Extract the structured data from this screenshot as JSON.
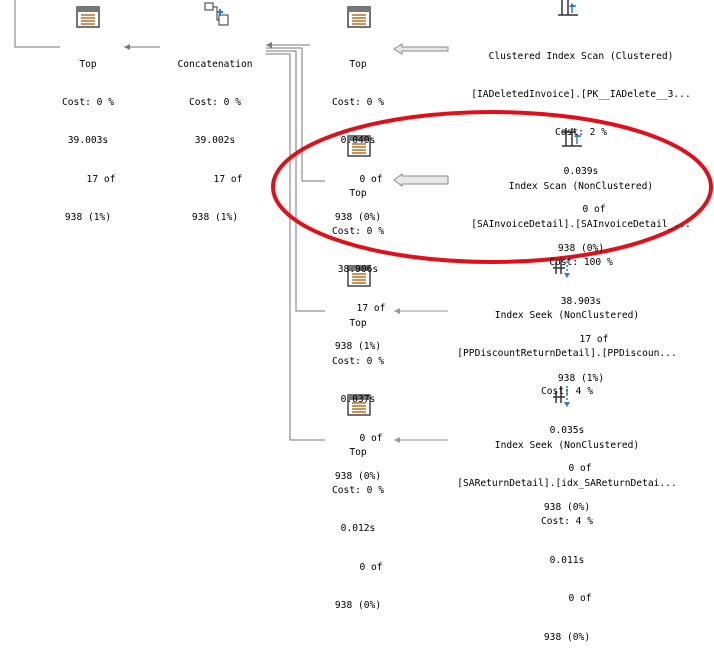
{
  "nodes": {
    "top_root": {
      "name": "Top",
      "cost": "Cost: 0 %",
      "time": "39.003s",
      "rows": "17 of",
      "est": "938 (1%)"
    },
    "concat": {
      "name": "Concatenation",
      "cost": "Cost: 0 %",
      "time": "39.002s",
      "rows": "17 of",
      "est": "938 (1%)"
    },
    "top1": {
      "name": "Top",
      "cost": "Cost: 0 %",
      "time": "0.040s",
      "rows": "0 of",
      "est": "938 (0%)"
    },
    "top2": {
      "name": "Top",
      "cost": "Cost: 0 %",
      "time": "38.906s",
      "rows": "17 of",
      "est": "938 (1%)"
    },
    "top3": {
      "name": "Top",
      "cost": "Cost: 0 %",
      "time": "0.037s",
      "rows": "0 of",
      "est": "938 (0%)"
    },
    "top4": {
      "name": "Top",
      "cost": "Cost: 0 %",
      "time": "0.012s",
      "rows": "0 of",
      "est": "938 (0%)"
    },
    "scan1": {
      "name": "Clustered Index Scan (Clustered)",
      "object": "[IADeletedInvoice].[PK__IADelete__3...",
      "cost": "Cost: 2 %",
      "time": "0.039s",
      "rows": "0 of",
      "est": "938 (0%)"
    },
    "scan2": {
      "name": "Index Scan (NonClustered)",
      "object": "[SAInvoiceDetail].[SAInvoiceDetail_...",
      "cost": "Cost: 100 %",
      "time": "38.903s",
      "rows": "17 of",
      "est": "938 (1%)"
    },
    "seek1": {
      "name": "Index Seek (NonClustered)",
      "object": "[PPDiscountReturnDetail].[PPDiscoun...",
      "cost": "Cost: 4 %",
      "time": "0.035s",
      "rows": "0 of",
      "est": "938 (0%)"
    },
    "seek2": {
      "name": "Index Seek (NonClustered)",
      "object": "[SAReturnDetail].[idx_SAReturnDetai...",
      "cost": "Cost: 4 %",
      "time": "0.011s",
      "rows": "0 of",
      "est": "938 (0%)"
    }
  },
  "icons": {
    "top": "top-operator-icon",
    "concat": "concatenation-icon",
    "scan": "index-scan-icon",
    "seek": "index-seek-icon"
  },
  "colors": {
    "highlight": "#e0101a",
    "arrow": "#9a9a9a",
    "icon_blue": "#2a7fc7"
  }
}
